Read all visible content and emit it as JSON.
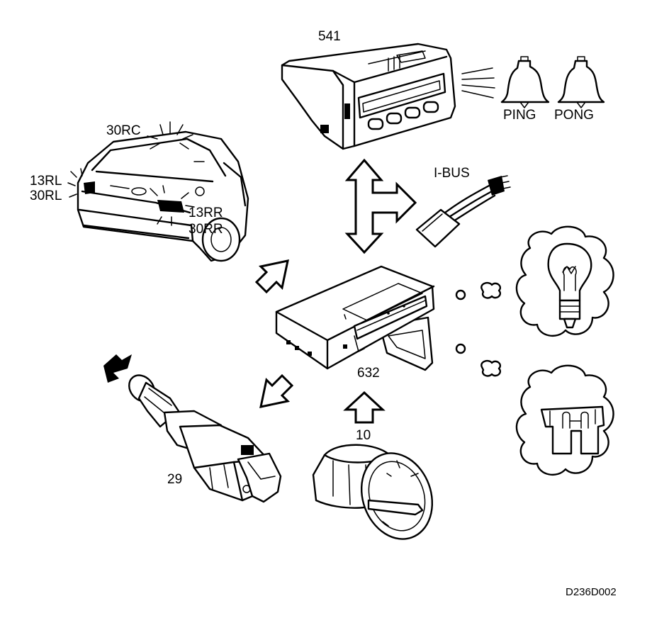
{
  "labels": {
    "display_unit": "541",
    "control_module": "632",
    "light_switch": "10",
    "brake_switch": "29",
    "lamp_rc": "30RC",
    "lamp_13rl": "13RL",
    "lamp_30rl": "30RL",
    "lamp_13rr": "13RR",
    "lamp_30rr": "30RR",
    "bus": "I-BUS",
    "chime_1": "PING",
    "chime_2": "PONG"
  },
  "reference": "D236D002"
}
